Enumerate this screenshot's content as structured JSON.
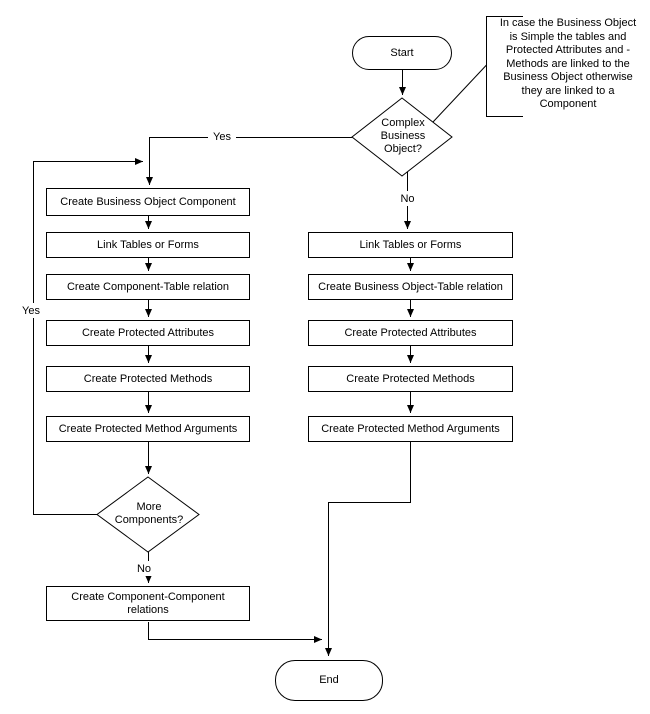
{
  "diagram": {
    "colors": {
      "background": "#ffffff",
      "line": "#000000",
      "node_fill": "#ffffff",
      "text": "#000000"
    },
    "nodes": {
      "start": "Start",
      "end": "End",
      "complex_decision": "Complex\nBusiness\nObject?",
      "more_decision": "More\nComponents?",
      "note": "In case the Business Object\nis Simple the tables and\nProtected Attributes and -\nMethods are linked to the\nBusiness Object otherwise\nthey are linked to a\nComponent"
    },
    "left_branch_steps": [
      "Create Business Object Component",
      "Link Tables or Forms",
      "Create Component-Table relation",
      "Create Protected Attributes",
      "Create Protected Methods",
      "Create Protected Method Arguments",
      "Create Component-Component\nrelations"
    ],
    "right_branch_steps": [
      "Link Tables or Forms",
      "Create Business Object-Table relation",
      "Create Protected Attributes",
      "Create Protected Methods",
      "Create Protected Method Arguments"
    ],
    "edge_labels": {
      "complex_yes": "Yes",
      "complex_no": "No",
      "more_yes": "Yes",
      "more_no": "No"
    }
  }
}
